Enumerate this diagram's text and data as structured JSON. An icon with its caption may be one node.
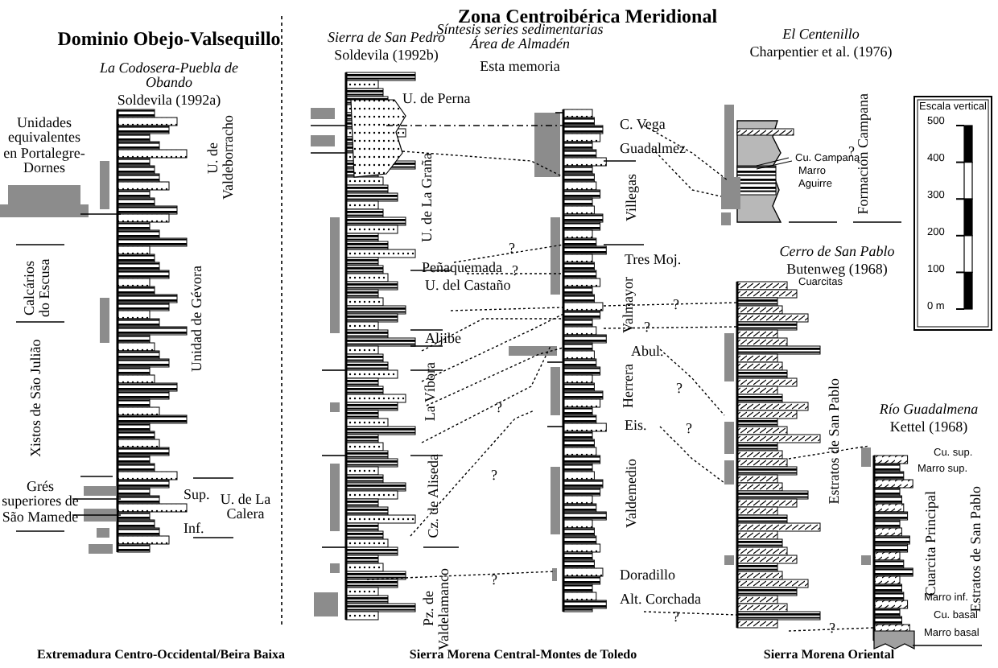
{
  "diagram": {
    "labels": [
      "Dominio Obejo-Valsequillo",
      "Zona Centroibérica Meridional",
      "La Codosera-Puebla de Obando",
      "Soldevila (1992a)",
      "Sierra de San Pedro",
      "Soldevila (1992b)",
      "Síntesis series sedimentarias Área de Almadén",
      "Esta memoria",
      "El Centenillo",
      "Charpentier et al. (1976)",
      "Unidades equivalentes en Portalegre-Dornes",
      "U. de Valdeborracho",
      "Calcários do Escusa",
      "Xistos de São Julião",
      "Unidad de Gévora",
      "Grés superiores de São Mamede",
      "Sup.",
      "U. de La Calera",
      "Inf.",
      "U. de Perna",
      "U. de La Graña",
      "Peñaquemada",
      "U. del Castaño",
      "Aljibe",
      "La Víbora",
      "Cz. de Aliseda",
      "Pz. de Valdelamanco",
      "C. Vega",
      "Guadalmez",
      "Villegas",
      "Tres Moj.",
      "Valmayor",
      "Abul.",
      "Herrera",
      "Eis.",
      "Valdemedio",
      "Doradillo",
      "Alt. Corchada",
      "Cu. Campana",
      "Marro",
      "Aguirre",
      "Formación Campana",
      "Cerro de San Pablo",
      "Butenweg (1968)",
      "Cuarcitas",
      "Estratos de San Pablo",
      "Río Guadalmena",
      "Kettel (1968)",
      "Cu. sup.",
      "Marro sup.",
      "Cuarcita Principal",
      "Estratos de San Pablo",
      "Marro inf.",
      "Cu. basal",
      "Marro basal",
      "Escala vertical",
      "500",
      "400",
      "300",
      "200",
      "100",
      "0 m",
      "Extremadura Centro-Occidental/Beira Baixa",
      "Sierra Morena Central-Montes de Toledo",
      "Sierra Morena Oriental",
      "?",
      "?",
      "?",
      "?",
      "?",
      "?",
      "?",
      "?",
      "?",
      "?",
      "?",
      "?"
    ]
  }
}
